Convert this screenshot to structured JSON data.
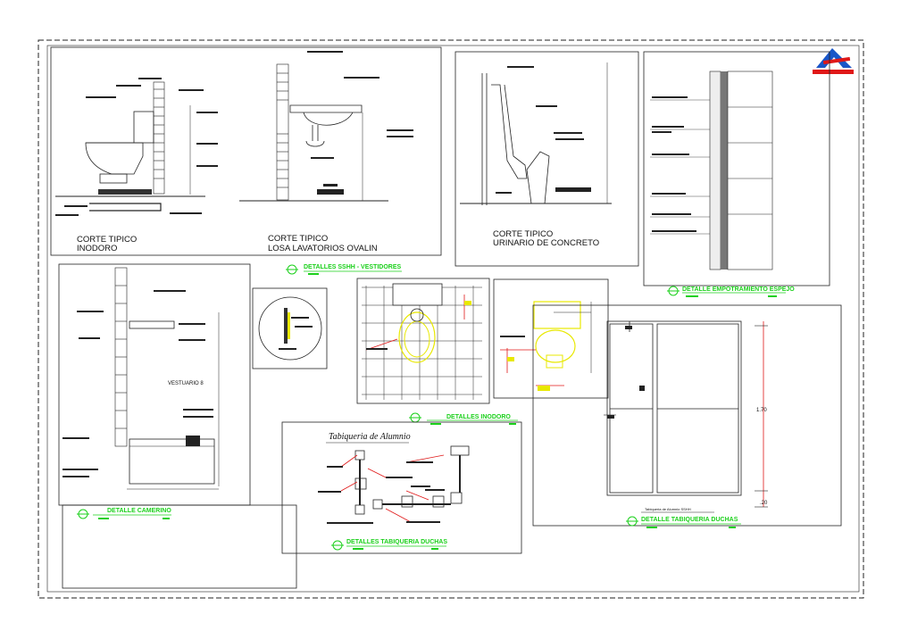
{
  "drawing": {
    "captions": {
      "inodoro": [
        "CORTE TIPICO",
        "INODORO"
      ],
      "losa": [
        "CORTE TIPICO",
        "LOSA LAVATORIOS OVALIN"
      ],
      "urinario": [
        "CORTE TIPICO",
        "URINARIO DE CONCRETO"
      ],
      "vestuario": "VESTUARIO 8",
      "tabiqueria_alumno": "Tabiqueria de Alumnio",
      "tabiqueria_small": "Tabiqueria de Alumnio SSHH"
    },
    "section_titles": {
      "sshh": "DETALLES SSHH - VESTIDORES",
      "empotramiento": "DETALLE EMPOTRAMIENTO ESPEJO",
      "inodoro": "DETALLES INODORO",
      "camerino": "DETALLE CAMERINO",
      "tabiqueria_duchas": "DETALLES TABIQUERIA DUCHAS",
      "tabiqueria_duchas2": "DETALLE TABIQUERIA DUCHAS"
    },
    "dimensions": {
      "height": "1.70",
      "base": ".20"
    },
    "colors": {
      "green": "#1bd01b",
      "red": "#e01818",
      "yellow": "#e8e800",
      "blue": "#1a56c8"
    }
  }
}
